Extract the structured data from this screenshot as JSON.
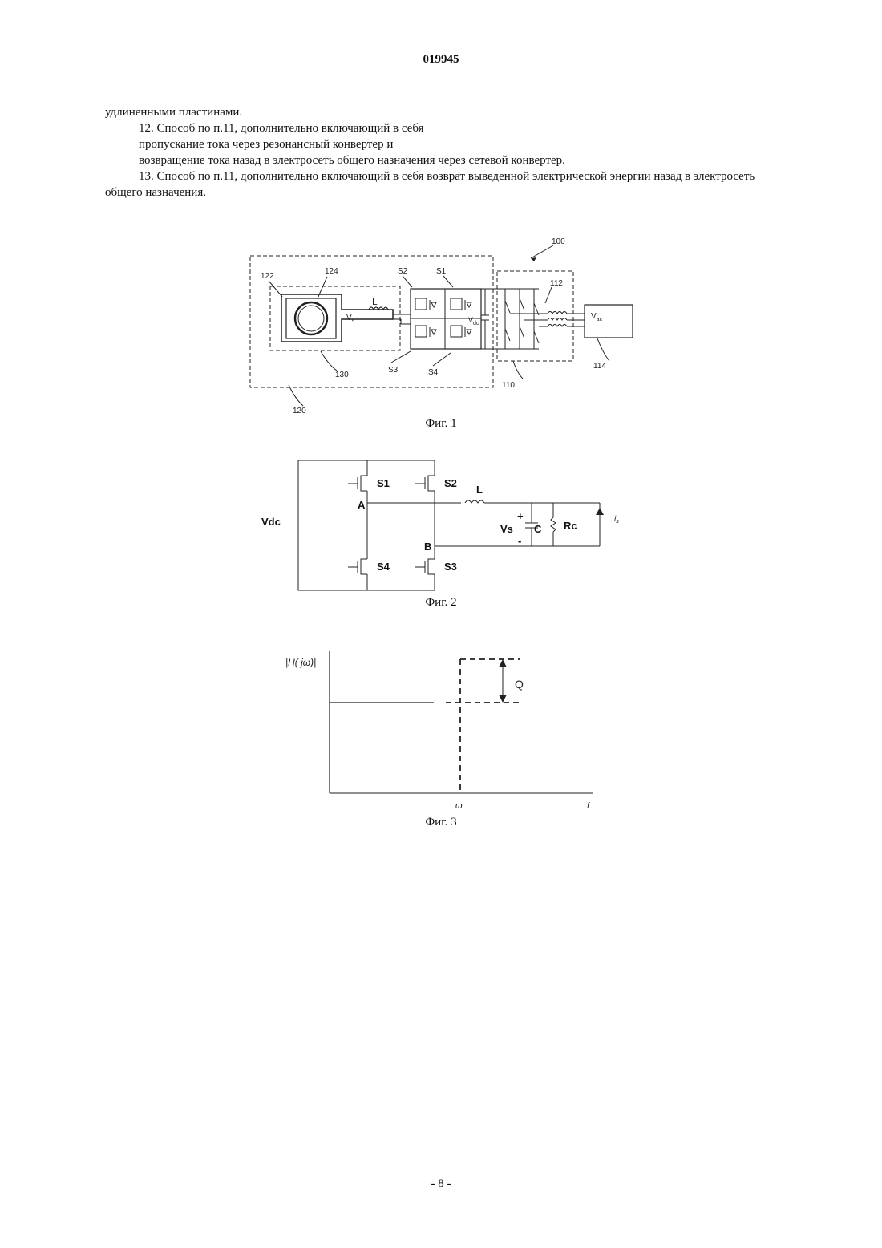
{
  "header": {
    "doc_number": "019945"
  },
  "claims": {
    "line1": "удлиненными пластинами.",
    "line2": "12. Способ по п.11, дополнительно включающий в себя",
    "line3": "пропускание тока через резонансный конвертер и",
    "line4": "возвращение тока назад в электросеть общего назначения через сетевой конвертер.",
    "line5": "13. Способ по п.11, дополнительно включающий в себя возврат выведенной электрической энергии назад в электросеть общего назначения."
  },
  "fig1": {
    "caption": "Фиг. 1",
    "ref_100": "100",
    "ref_122": "122",
    "ref_124": "124",
    "ref_112": "112",
    "ref_130": "130",
    "ref_110": "110",
    "ref_114": "114",
    "ref_120": "120",
    "s1": "S1",
    "s2": "S2",
    "s3": "S3",
    "s4": "S4",
    "l": "L",
    "vs": "V",
    "vs_sub": "s",
    "vdc": "V",
    "vdc_sub": "dc",
    "vac": "V",
    "vac_sub": "ac"
  },
  "fig2": {
    "caption": "Фиг. 2",
    "vdc": "Vdc",
    "s1": "S1",
    "s2": "S2",
    "s3": "S3",
    "s4": "S4",
    "a": "A",
    "b": "B",
    "l": "L",
    "vs": "Vs",
    "c": "C",
    "rc": "Rc",
    "plus": "+",
    "minus": "-",
    "is": "i",
    "is_sub": "s"
  },
  "fig3": {
    "caption": "Фиг. 3",
    "ylabel": "|H( jω)|",
    "q": "Q",
    "omega": "ω",
    "f": "f"
  },
  "footer": {
    "page": "- 8 -"
  }
}
